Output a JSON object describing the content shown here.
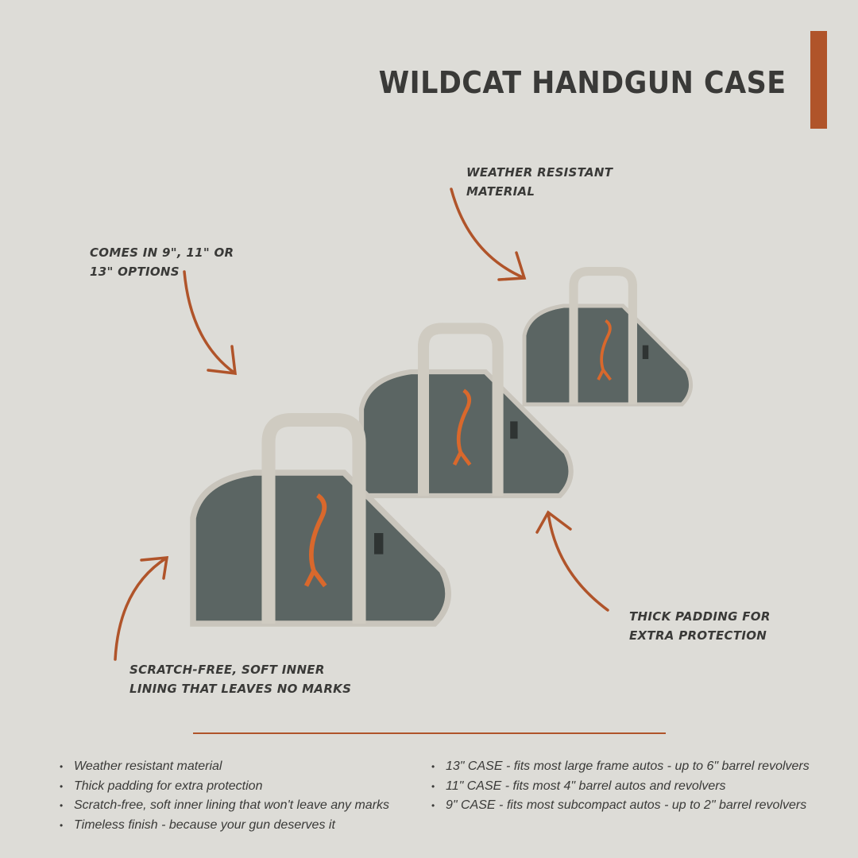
{
  "title": "WILDCAT HANDGUN CASE",
  "accent_color": "#b0542a",
  "callouts": {
    "weather": "Weather resistant material",
    "sizes": "Comes in 9\", 11\" or 13\" options",
    "padding": "Thick padding for extra protection",
    "lining": "Scratch-free, soft inner lining that leaves no marks"
  },
  "features": [
    "Weather resistant material",
    "Thick padding for extra protection",
    "Scratch-free, soft inner lining that won't leave any marks",
    "Timeless finish - because your gun deserves it"
  ],
  "sizes": [
    "13\" CASE - fits most large frame autos - up to 6\" barrel revolvers",
    "11\" CASE - fits most 4\" barrel autos and revolvers",
    "9\" CASE -  fits most subcompact autos - up to 2\" barrel revolvers"
  ]
}
